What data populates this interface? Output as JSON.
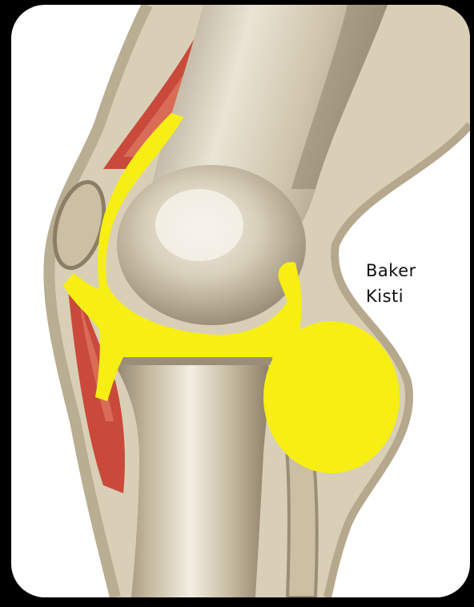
{
  "annotation": {
    "line1": "Baker",
    "line2": "Kisti"
  },
  "colors": {
    "cyst": "#f7ee14",
    "bone_light": "#e8e2d0",
    "bone_mid": "#c7bba2",
    "bone_dark": "#8e8068",
    "muscle": "#c94a3a",
    "skin": "#cfc3aa",
    "frame": "#000000",
    "background": "#ffffff"
  },
  "icons": [
    "knee-joint-illustration",
    "baker-cyst"
  ]
}
